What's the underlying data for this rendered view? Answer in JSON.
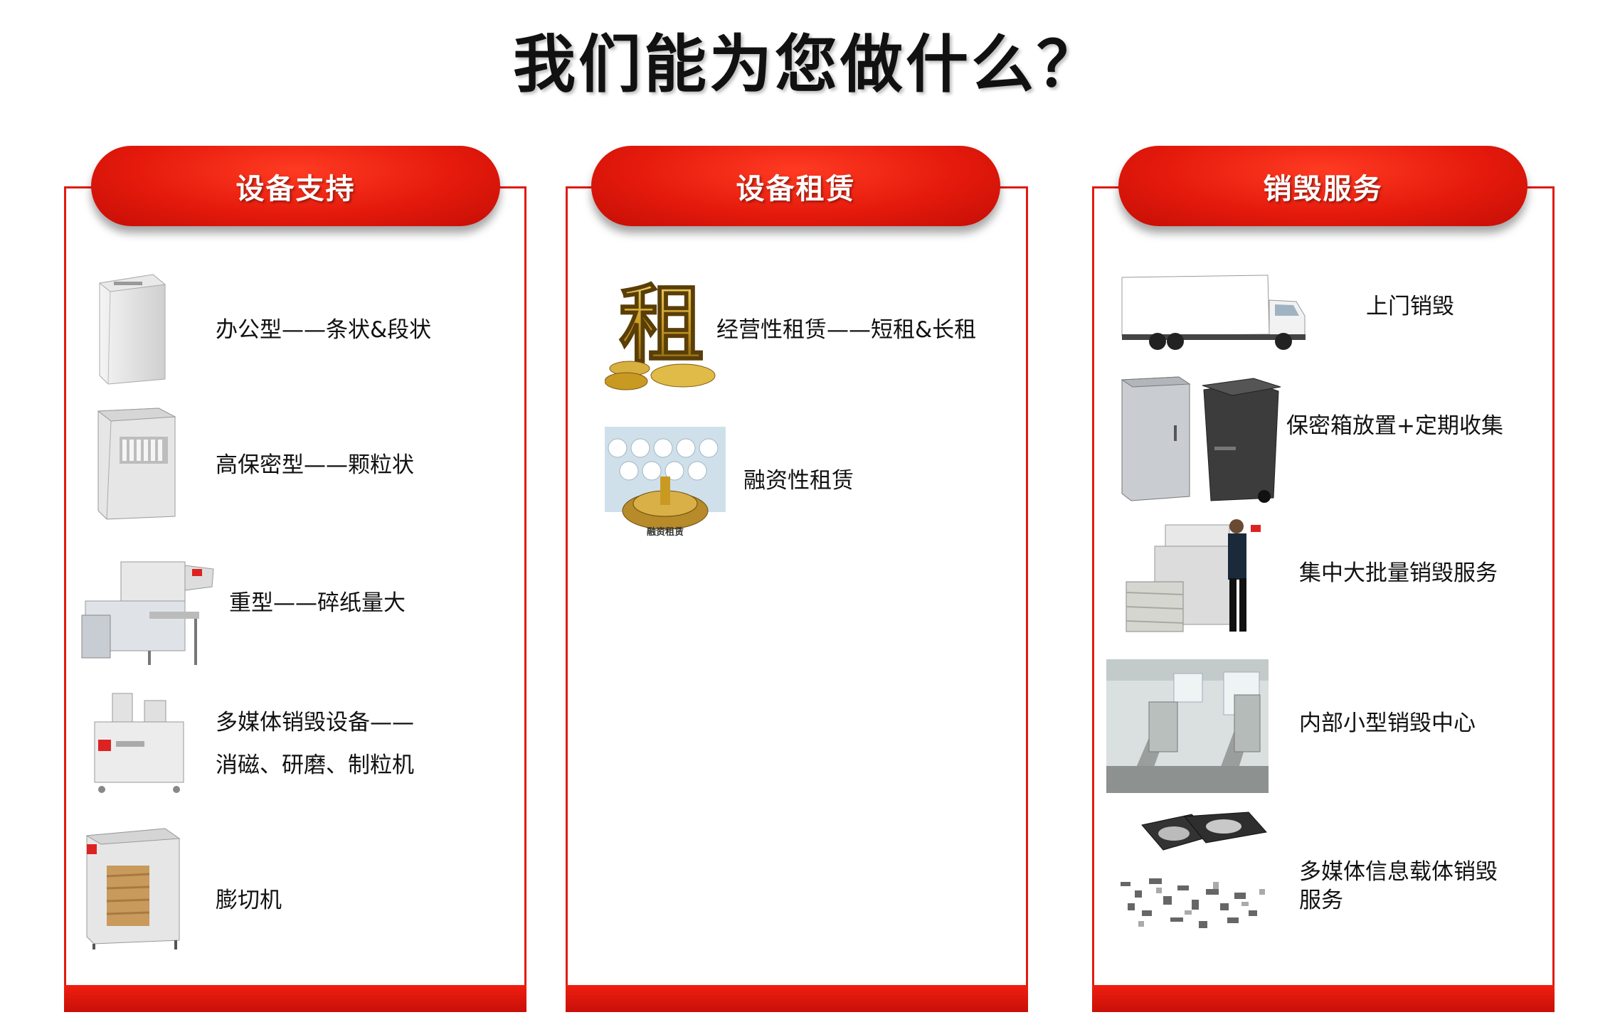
{
  "title": "我们能为您做什么？",
  "columns": [
    {
      "header": "设备支持",
      "items": [
        {
          "text": "办公型——条状&段状",
          "icon": "office-shredder-icon"
        },
        {
          "text": "高保密型——颗粒状",
          "icon": "high-security-shredder-icon"
        },
        {
          "text": "重型——碎纸量大",
          "icon": "heavy-duty-shredder-icon"
        },
        {
          "text": "多媒体销毁设备——",
          "text2": "消磁、研磨、制粒机",
          "icon": "media-destruction-machine-icon"
        },
        {
          "text": "膨切机",
          "icon": "cardboard-perforator-icon"
        }
      ]
    },
    {
      "header": "设备租赁",
      "items": [
        {
          "text": "经营性租赁——短租&长租",
          "icon": "rent-gold-icon",
          "glyph": "租"
        },
        {
          "text": "融资性租赁",
          "icon": "finance-lease-icon",
          "caption": "融资租赁"
        }
      ]
    },
    {
      "header": "销毁服务",
      "items": [
        {
          "text": "上门销毁",
          "icon": "truck-icon"
        },
        {
          "text": "保密箱放置+定期收集",
          "icon": "secure-bin-icon"
        },
        {
          "text": "集中大批量销毁服务",
          "icon": "baler-worker-icon"
        },
        {
          "text": "内部小型销毁中心",
          "icon": "destruction-center-photo-icon"
        },
        {
          "text": "多媒体信息载体销毁",
          "text2": "服务",
          "icon": "hard-drive-scrap-icon"
        }
      ]
    }
  ],
  "colors": {
    "accent": "#e11b0f",
    "accent_dark": "#c40e06"
  }
}
